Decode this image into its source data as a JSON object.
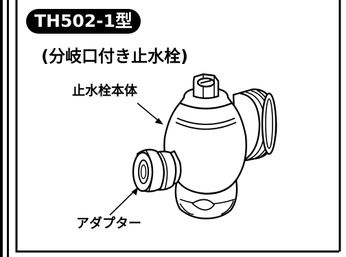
{
  "title": "TH502-1型",
  "subtitle": "(分岐口付き止水栓)",
  "labels": {
    "body": "止水栓本体",
    "adapter": "アダプター"
  },
  "colors": {
    "line": "#000000",
    "background": "#ffffff"
  }
}
